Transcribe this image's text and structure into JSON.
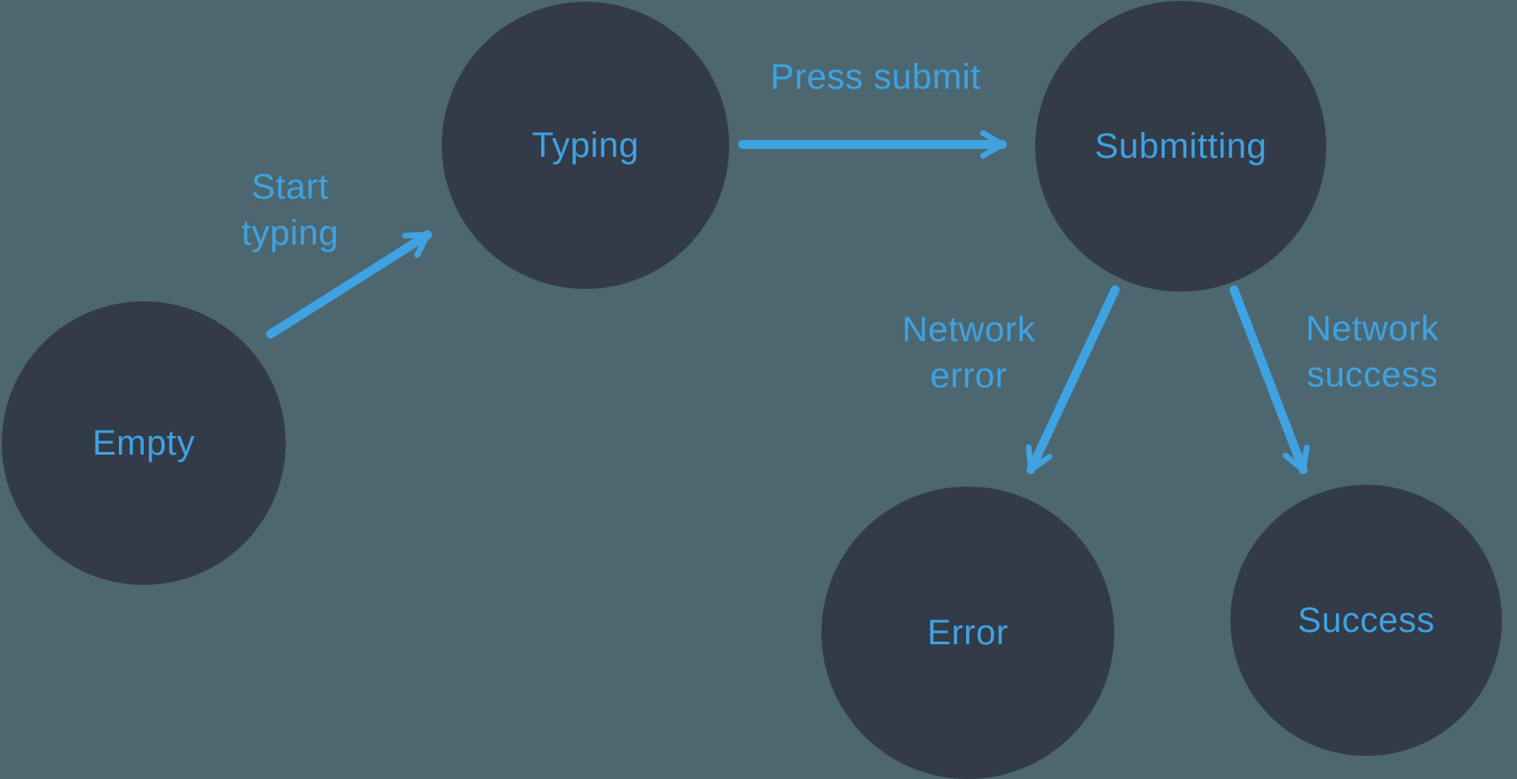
{
  "diagram": {
    "type": "state-machine",
    "colors": {
      "background": "#4c6770",
      "node_fill": "#333a48",
      "accent": "#3fa2e2"
    },
    "nodes": [
      {
        "id": "empty",
        "label": "Empty"
      },
      {
        "id": "typing",
        "label": "Typing"
      },
      {
        "id": "submitting",
        "label": "Submitting"
      },
      {
        "id": "error",
        "label": "Error"
      },
      {
        "id": "success",
        "label": "Success"
      }
    ],
    "edges": [
      {
        "from": "Empty",
        "to": "Typing",
        "label": "Start typing",
        "label_lines": [
          "Start",
          "typing"
        ]
      },
      {
        "from": "Typing",
        "to": "Submitting",
        "label": "Press submit",
        "label_lines": [
          "Press submit"
        ]
      },
      {
        "from": "Submitting",
        "to": "Error",
        "label": "Network error",
        "label_lines": [
          "Network",
          "error"
        ]
      },
      {
        "from": "Submitting",
        "to": "Success",
        "label": "Network success",
        "label_lines": [
          "Network",
          "success"
        ]
      }
    ]
  }
}
